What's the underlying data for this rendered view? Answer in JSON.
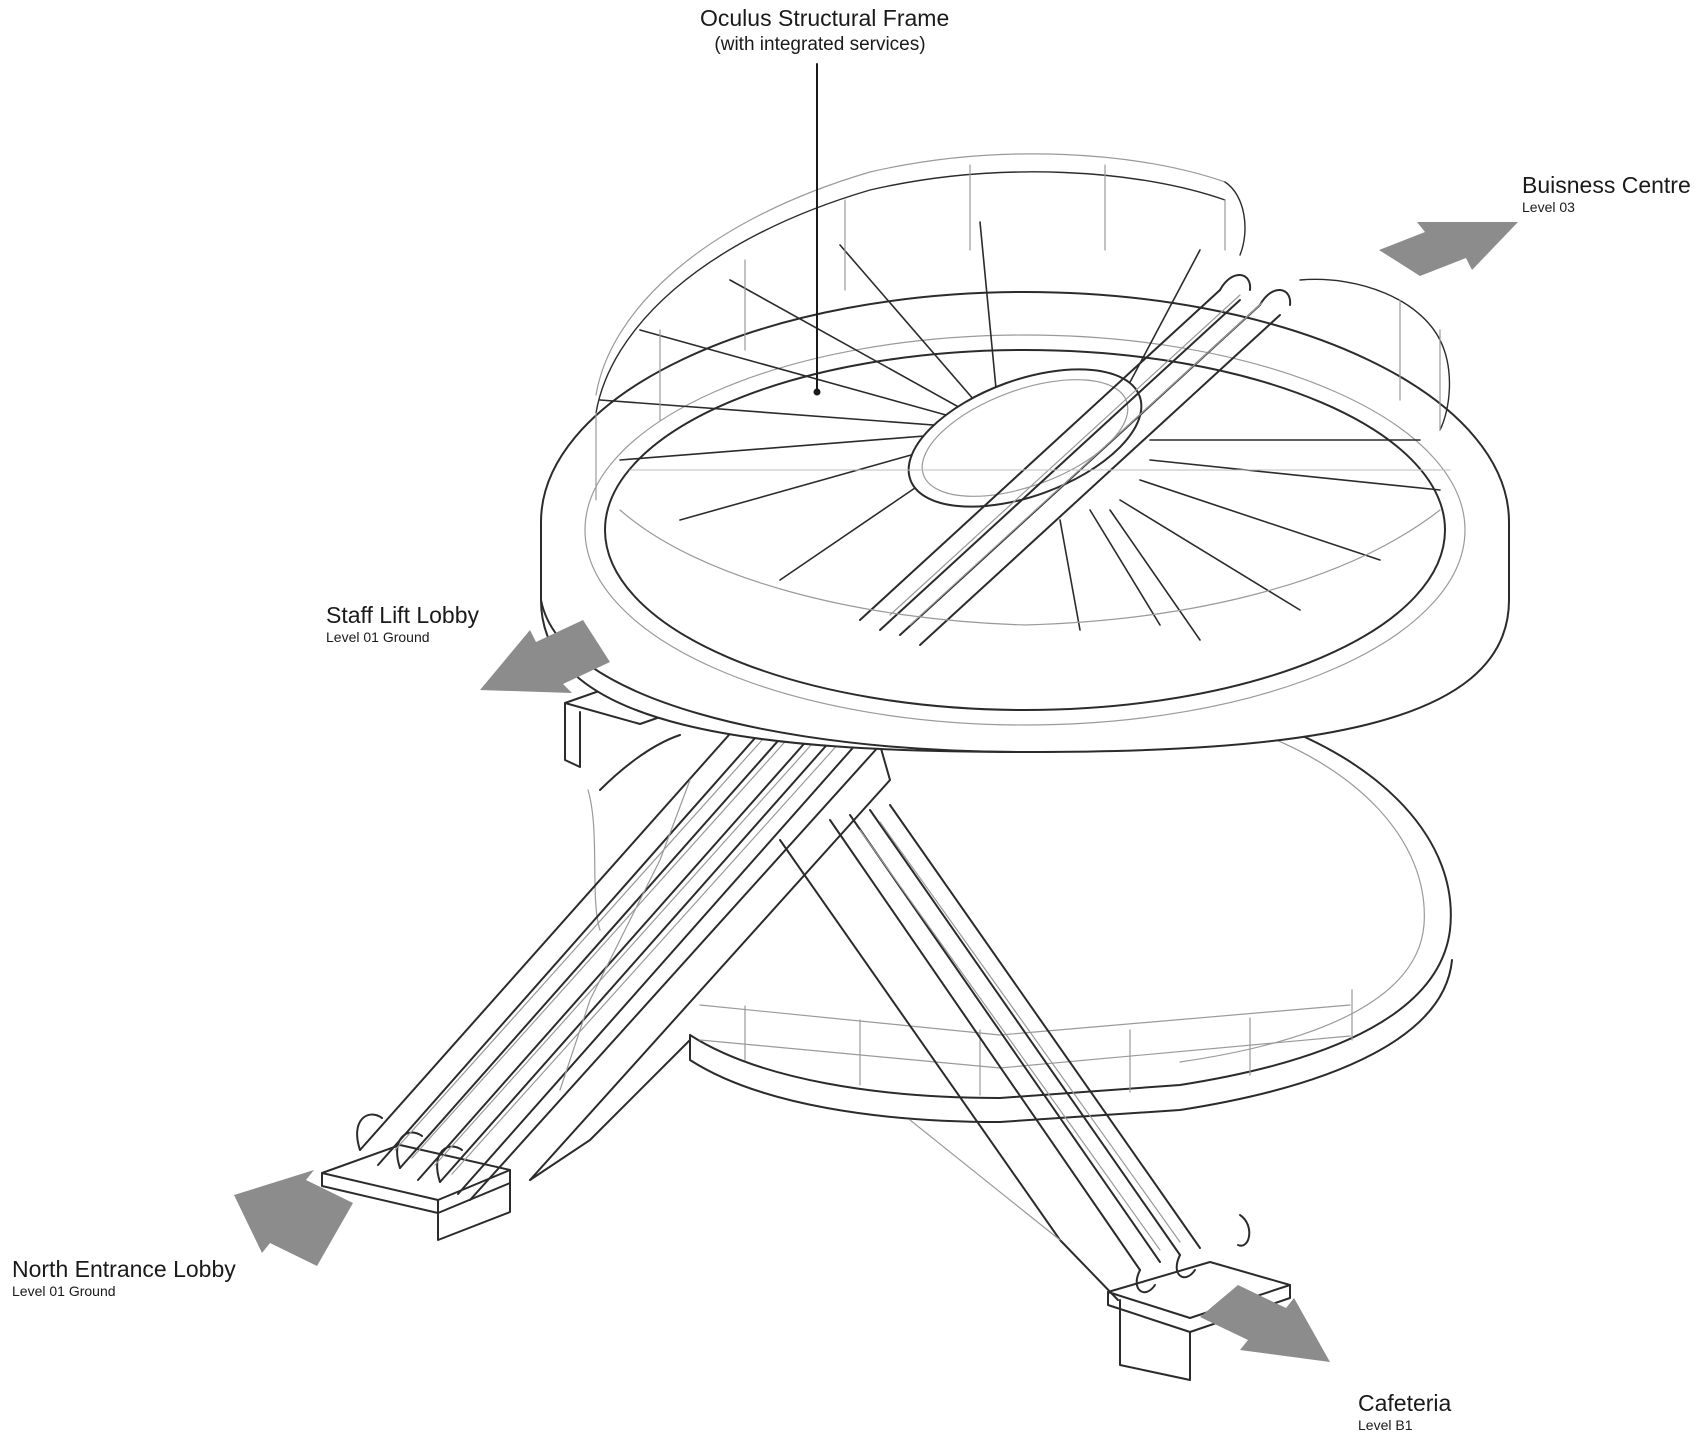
{
  "labels": {
    "oculus": {
      "title": "Oculus Structural Frame",
      "subtitle": "(with integrated services)"
    },
    "business": {
      "title": "Buisness Centre",
      "subtitle": "Level 03"
    },
    "staff": {
      "title": "Staff Lift Lobby",
      "subtitle": "Level 01 Ground"
    },
    "north": {
      "title": "North Entrance Lobby",
      "subtitle": "Level 01 Ground"
    },
    "cafe": {
      "title": "Cafeteria",
      "subtitle": "Level B1"
    }
  },
  "colors": {
    "line": "#2b2b2b",
    "thin": "#9a9a9a",
    "arrow": "#8c8c8c",
    "background": "#ffffff"
  },
  "icons": {
    "direction_arrows": "arrow-icon",
    "leader": "leader-line"
  }
}
